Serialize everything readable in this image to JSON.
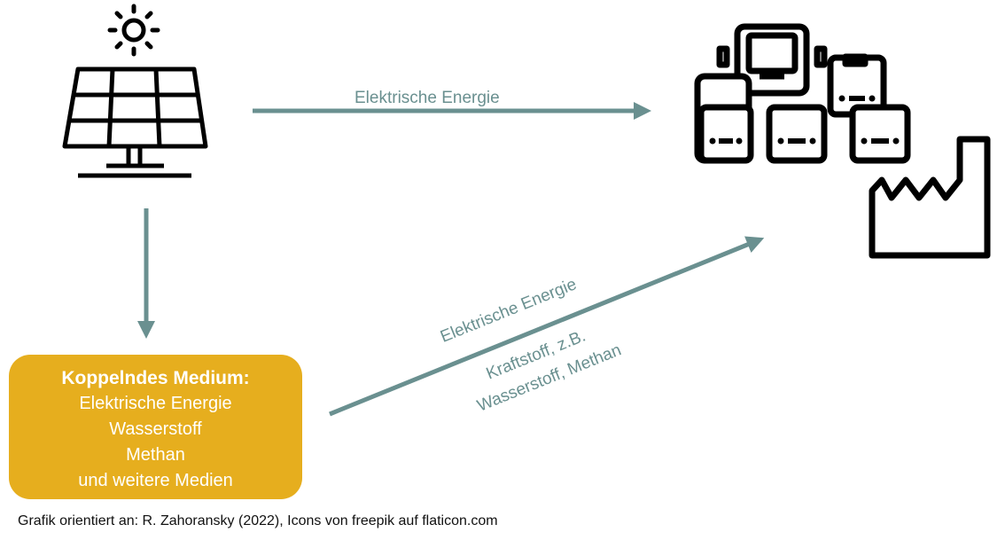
{
  "arrows": {
    "top_label": "Elektrische Energie",
    "diagonal_label_above": "Elektrische Energie",
    "diagonal_label_below_1": "Kraftstoff, z.B.",
    "diagonal_label_below_2": "Wasserstoff, Methan",
    "color": "#6a9090"
  },
  "medium_box": {
    "title": "Koppelndes Medium:",
    "lines": [
      "Elektrische Energie",
      "Wasserstoff",
      "Methan",
      "und weitere Medien"
    ],
    "color": "#e6ae1e"
  },
  "caption": "Grafik orientiert  an: R. Zahoransky (2022), Icons von freepik auf flaticon.com"
}
